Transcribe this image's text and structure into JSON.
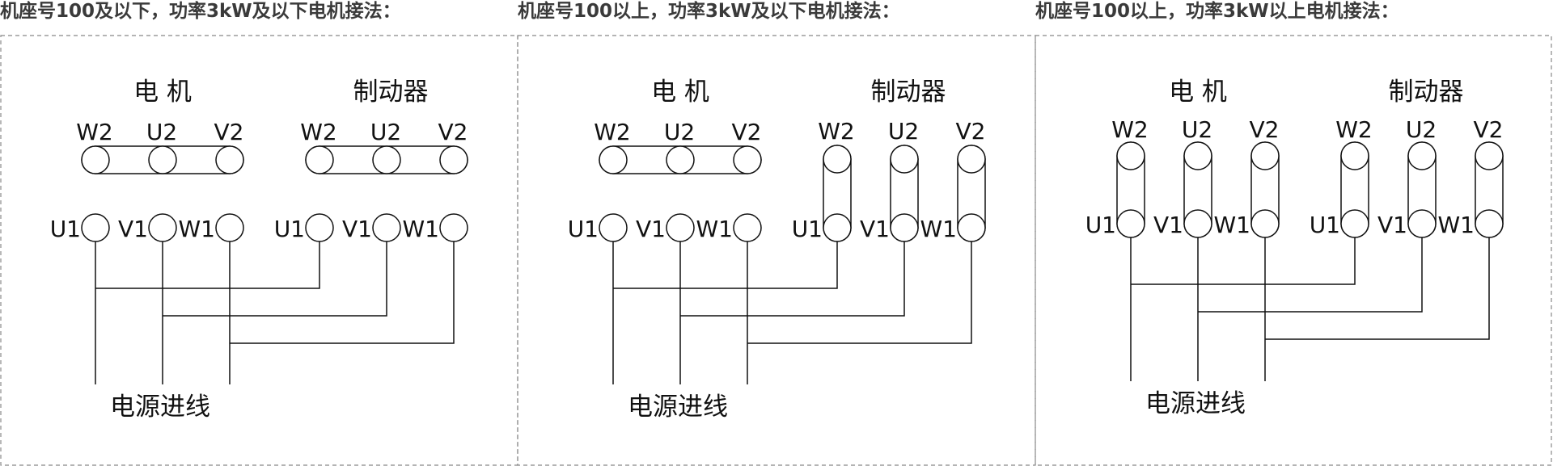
{
  "panels": [
    {
      "title": "机座号100及以下，功率3kW及以下电机接法：",
      "motor_label": "电  机",
      "brake_label": "制动器",
      "supply_label": "电源进线",
      "top_terminals": [
        "W2",
        "U2",
        "V2"
      ],
      "bottom_terminals": [
        "U1",
        "V1",
        "W1"
      ],
      "motor_link": "horizontal",
      "brake_link": "horizontal"
    },
    {
      "title": "机座号100以上，功率3kW及以下电机接法：",
      "motor_label": "电  机",
      "brake_label": "制动器",
      "supply_label": "电源进线",
      "top_terminals": [
        "W2",
        "U2",
        "V2"
      ],
      "bottom_terminals": [
        "U1",
        "V1",
        "W1"
      ],
      "motor_link": "horizontal",
      "brake_link": "vertical"
    },
    {
      "title": "机座号100以上，功率3kW以上电机接法：",
      "motor_label": "电  机",
      "brake_label": "制动器",
      "supply_label": "电源进线",
      "top_terminals": [
        "W2",
        "U2",
        "V2"
      ],
      "bottom_terminals": [
        "U1",
        "V1",
        "W1"
      ],
      "motor_link": "vertical",
      "brake_link": "vertical"
    }
  ],
  "colors": {
    "line": "#111111",
    "frame": "#888888",
    "title": "#3a3a3a"
  }
}
